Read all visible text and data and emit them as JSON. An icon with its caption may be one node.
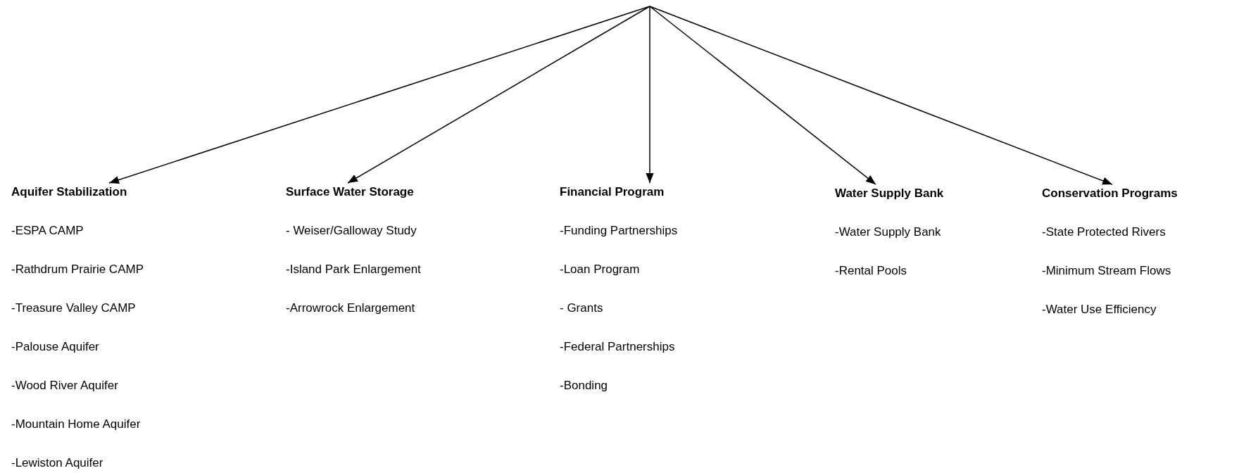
{
  "diagram": {
    "nodes": [
      {
        "text": [
          "Aquifer Stabilization",
          "-ESPA CAMP",
          "-Rathdrum Prairie CAMP",
          "-Treasure Valley CAMP",
          "-Palouse Aquifer",
          "-Wood River Aquifer",
          "-Mountain Home Aquifer",
          "-Lewiston Aquifer"
        ]
      },
      {
        "text": [
          "Surface Water Storage",
          "- Weiser/Galloway Study",
          "-Island Park Enlargement",
          "-Arrowrock Enlargement"
        ]
      },
      {
        "text": [
          "Financial Program",
          "-Funding Partnerships",
          "-Loan Program",
          "- Grants",
          "-Federal Partnerships",
          "-Bonding"
        ]
      },
      {
        "text": [
          "Water Supply Bank",
          "-Water Supply Bank",
          "-Rental Pools"
        ]
      },
      {
        "text": [
          "Conservation Programs",
          "-State Protected Rivers",
          "-Minimum Stream Flows",
          "-Water Use Efficiency"
        ]
      }
    ],
    "edges": [
      {
        "from": null,
        "to": 0,
        "arrow": "to"
      },
      {
        "from": null,
        "to": 1,
        "arrow": "to"
      },
      {
        "from": null,
        "to": 2,
        "arrow": "to"
      },
      {
        "from": null,
        "to": 3,
        "arrow": "to"
      },
      {
        "from": null,
        "to": 4,
        "arrow": "to"
      }
    ]
  }
}
